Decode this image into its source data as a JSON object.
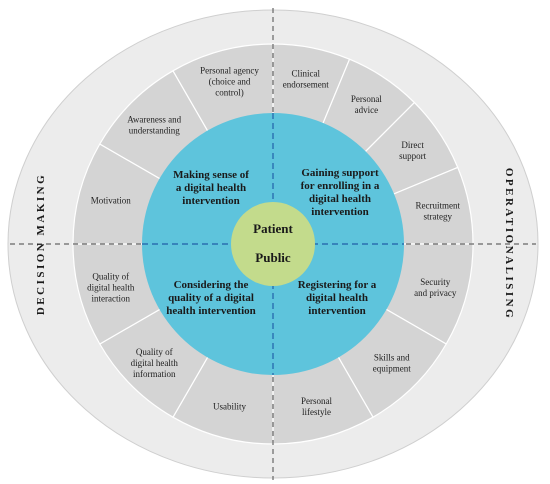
{
  "center": {
    "line1": "Patient",
    "line2": "Public"
  },
  "side_labels": {
    "left": "DECISION MAKING",
    "right": "OPERATIONALISING"
  },
  "quadrants": {
    "top_left": [
      "Making sense of",
      "a digital health",
      "intervention"
    ],
    "top_right": [
      "Gaining support",
      "for enrolling in a",
      "digital health",
      "intervention"
    ],
    "bottom_left": [
      "Considering the",
      "quality of a digital",
      "health intervention"
    ],
    "bottom_right": [
      "Registering for a",
      "digital health",
      "intervention"
    ]
  },
  "segments": [
    {
      "lines": [
        "Clinical",
        "endorsement"
      ]
    },
    {
      "lines": [
        "Personal",
        "advice"
      ]
    },
    {
      "lines": [
        "Direct",
        "support"
      ]
    },
    {
      "lines": [
        "Recruitment",
        "strategy"
      ]
    },
    {
      "lines": [
        "Security",
        "and privacy"
      ]
    },
    {
      "lines": [
        "Skills and",
        "equipment"
      ]
    },
    {
      "lines": [
        "Personal",
        "lifestyle"
      ]
    },
    {
      "lines": [
        "Usability"
      ]
    },
    {
      "lines": [
        "Quality of",
        "digital health",
        "information"
      ]
    },
    {
      "lines": [
        "Quality of",
        "digital health",
        "interaction"
      ]
    },
    {
      "lines": [
        "Motivation"
      ]
    },
    {
      "lines": [
        "Awareness and",
        "understanding"
      ]
    },
    {
      "lines": [
        "Personal agency",
        "(choice and",
        "control)"
      ]
    }
  ],
  "colors": {
    "outer_ring": "#ececec",
    "segment_ring": "#d4d4d4",
    "segment_border": "#ffffff",
    "inner_circle": "#5ec4dc",
    "center_circle": "#c3db8c",
    "divider": "#666666",
    "inner_divider": "#2a6fb0"
  }
}
